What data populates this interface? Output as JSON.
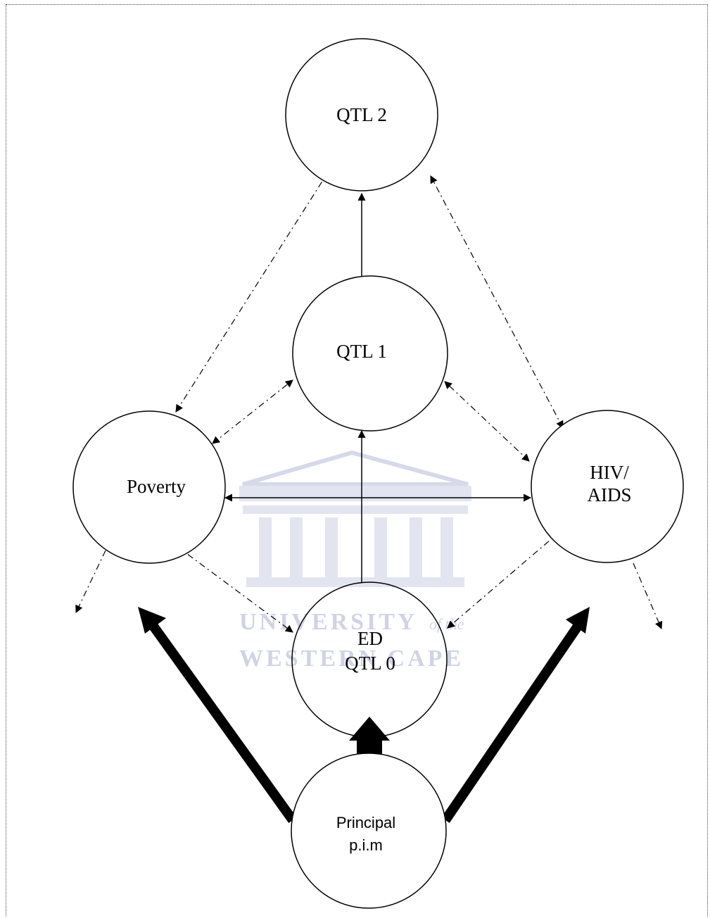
{
  "diagram": {
    "nodes": {
      "qtl2": "QTL 2",
      "qtl1": "QTL 1",
      "poverty": "Poverty",
      "hiv_line1": "HIV/",
      "hiv_line2": "AIDS",
      "ed_line1": "ED",
      "ed_line2": "QTL 0",
      "principal_line1": "Principal",
      "principal_line2": "p.i.m"
    },
    "watermark": {
      "line1": "UNIVERSITY",
      "line1_suffix": "of the",
      "line2": "WESTERN CAPE"
    }
  }
}
